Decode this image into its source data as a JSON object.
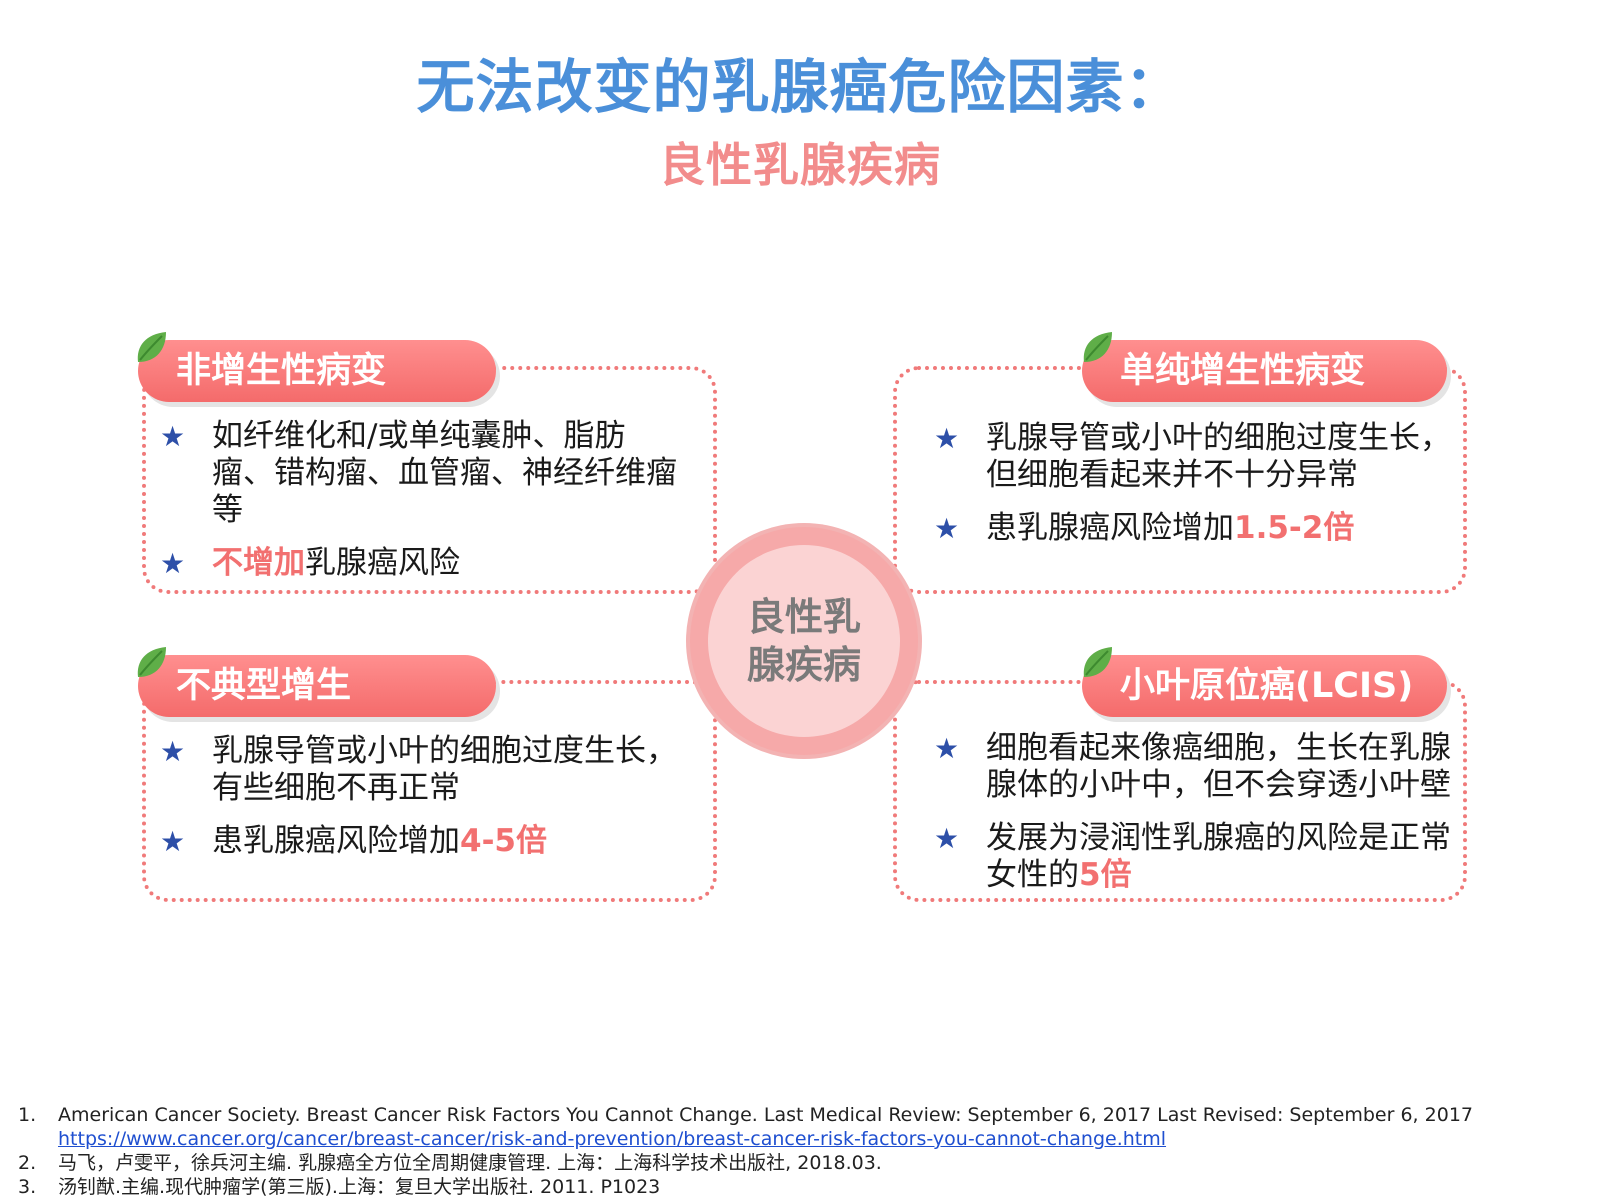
{
  "title": {
    "main": "无法改变的乳腺癌危险因素：",
    "sub": "良性乳腺疾病"
  },
  "center": {
    "label": "良性乳腺疾病"
  },
  "panels": [
    {
      "heading": "非增生性病变",
      "items": [
        {
          "text": "如纤维化和/或单纯囊肿、脂肪瘤、错构瘤、血管瘤、神经纤维瘤等"
        },
        {
          "highlight": "不增加",
          "text": "乳腺癌风险"
        }
      ]
    },
    {
      "heading": "单纯增生性病变",
      "items": [
        {
          "text": "乳腺导管或小叶的细胞过度生长，但细胞看起来并不十分异常"
        },
        {
          "text": "患乳腺癌风险增加",
          "highlight": "1.5-2倍"
        }
      ]
    },
    {
      "heading": "不典型增生",
      "items": [
        {
          "text": "乳腺导管或小叶的细胞过度生长，有些细胞不再正常"
        },
        {
          "text": "患乳腺癌风险增加",
          "highlight": "4-5倍"
        }
      ]
    },
    {
      "heading": "小叶原位癌(LCIS)",
      "items": [
        {
          "text": "细胞看起来像癌细胞，生长在乳腺腺体的小叶中，但不会穿透小叶壁"
        },
        {
          "text": "发展为浸润性乳腺癌的风险是正常女性的",
          "highlight": "5倍"
        }
      ]
    }
  ],
  "references": [
    {
      "num": "1.",
      "text": "American Cancer Society. Breast Cancer Risk Factors You Cannot Change. Last Medical Review: September 6, 2017 Last Revised: September 6, 2017",
      "link": "https://www.cancer.org/cancer/breast-cancer/risk-and-prevention/breast-cancer-risk-factors-you-cannot-change.html"
    },
    {
      "num": "2.",
      "text": "马飞，卢雯平，徐兵河主编. 乳腺癌全方位全周期健康管理. 上海：上海科学技术出版社, 2018.03."
    },
    {
      "num": "3.",
      "text": "汤钊猷.主编.现代肿瘤学(第三版).上海：复旦大学出版社. 2011. P1023"
    }
  ],
  "colors": {
    "title_blue": "#4a8fd9",
    "accent_pink": "#f27070",
    "star_blue": "#2d4fa8",
    "leaf_green": "#5fae48"
  },
  "icons": {
    "bullet": "star-icon",
    "heading_decoration": "leaf-icon"
  }
}
